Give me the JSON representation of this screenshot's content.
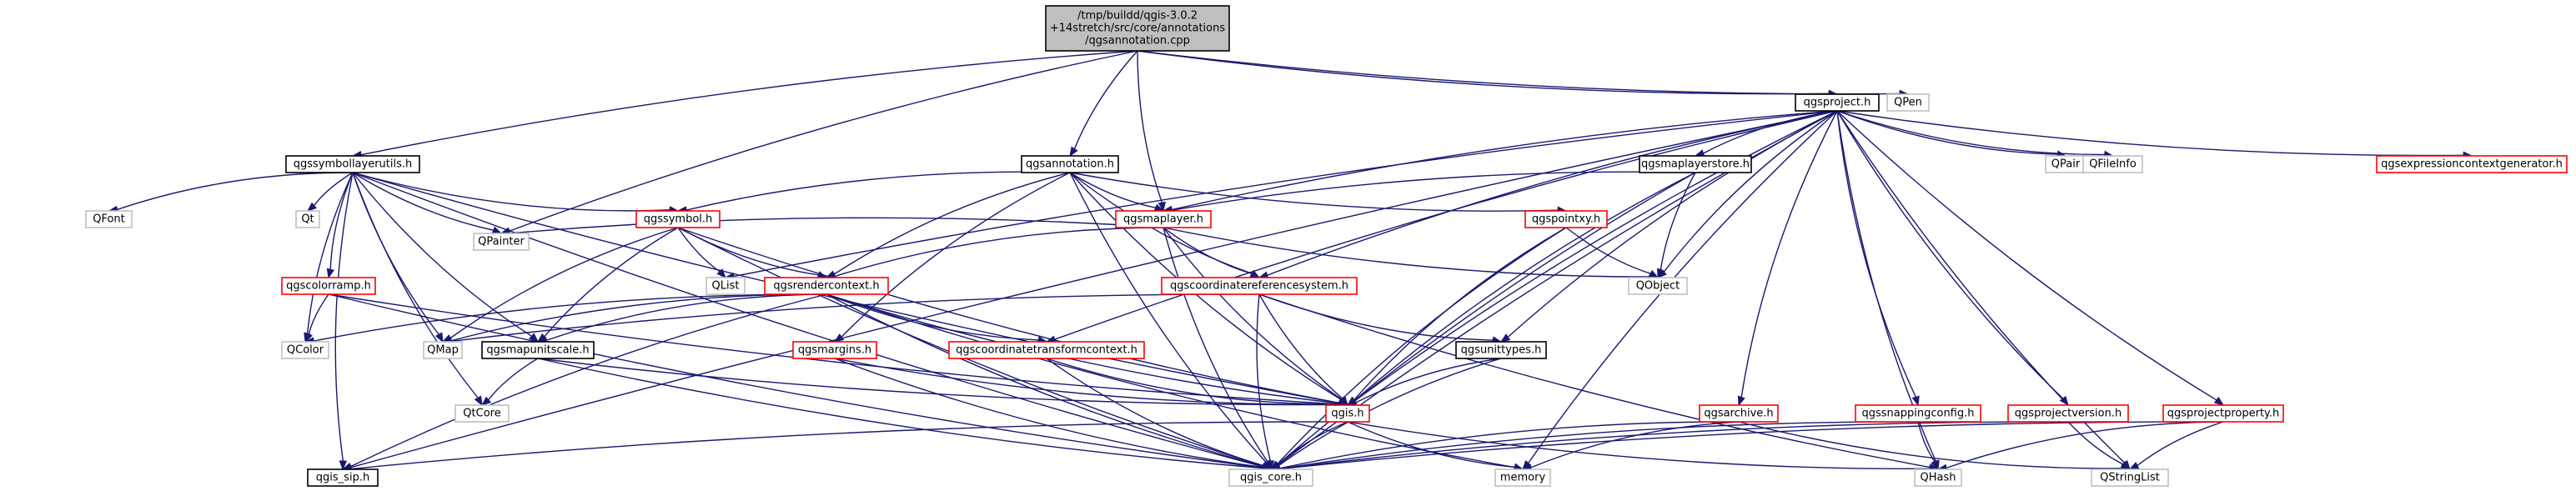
{
  "diagram": {
    "nodes": [
      {
        "id": "root",
        "kind": "root",
        "lines": [
          "/tmp/buildd/qgis-3.0.2",
          "+14stretch/src/core/annotations",
          "/qgsannotation.cpp"
        ]
      },
      {
        "id": "qgsproject",
        "kind": "doc",
        "lines": [
          "qgsproject.h"
        ]
      },
      {
        "id": "qpen",
        "kind": "ext",
        "lines": [
          "QPen"
        ]
      },
      {
        "id": "qgssymbollayerutils",
        "kind": "doc",
        "lines": [
          "qgssymbollayerutils.h"
        ]
      },
      {
        "id": "qgsannotation",
        "kind": "doc",
        "lines": [
          "qgsannotation.h"
        ]
      },
      {
        "id": "qgsmaplayerstore",
        "kind": "doc",
        "lines": [
          "qgsmaplayerstore.h"
        ]
      },
      {
        "id": "qpair",
        "kind": "ext",
        "lines": [
          "QPair"
        ]
      },
      {
        "id": "qfileinfo",
        "kind": "ext",
        "lines": [
          "QFileInfo"
        ]
      },
      {
        "id": "qgsexpressioncontextgenerator",
        "kind": "red",
        "lines": [
          "qgsexpressioncontextgenerator.h"
        ]
      },
      {
        "id": "qfont",
        "kind": "ext",
        "lines": [
          "QFont"
        ]
      },
      {
        "id": "qt",
        "kind": "ext",
        "lines": [
          "Qt"
        ]
      },
      {
        "id": "qgssymbol",
        "kind": "red",
        "lines": [
          "qgssymbol.h"
        ]
      },
      {
        "id": "qgsmaplayer",
        "kind": "red",
        "lines": [
          "qgsmaplayer.h"
        ]
      },
      {
        "id": "qgspointxy",
        "kind": "red",
        "lines": [
          "qgspointxy.h"
        ]
      },
      {
        "id": "qpainter",
        "kind": "ext",
        "lines": [
          "QPainter"
        ]
      },
      {
        "id": "qlist",
        "kind": "ext",
        "lines": [
          "QList"
        ]
      },
      {
        "id": "qobject",
        "kind": "ext",
        "lines": [
          "QObject"
        ]
      },
      {
        "id": "qgscolorramp",
        "kind": "red",
        "lines": [
          "qgscolorramp.h"
        ]
      },
      {
        "id": "qgsrendercontext",
        "kind": "red",
        "lines": [
          "qgsrendercontext.h"
        ]
      },
      {
        "id": "qgscoordinatereferencesystem",
        "kind": "red",
        "lines": [
          "qgscoordinatereferencesystem.h"
        ]
      },
      {
        "id": "qcolor",
        "kind": "ext",
        "lines": [
          "QColor"
        ]
      },
      {
        "id": "qmap",
        "kind": "ext",
        "lines": [
          "QMap"
        ]
      },
      {
        "id": "qgsmapunitscale",
        "kind": "doc",
        "lines": [
          "qgsmapunitscale.h"
        ]
      },
      {
        "id": "qgsunittypes",
        "kind": "doc",
        "lines": [
          "qgsunittypes.h"
        ]
      },
      {
        "id": "qgsmargins",
        "kind": "red",
        "lines": [
          "qgsmargins.h"
        ]
      },
      {
        "id": "qgscoordinatetransformcontext",
        "kind": "red",
        "lines": [
          "qgscoordinatetransformcontext.h"
        ]
      },
      {
        "id": "qgis",
        "kind": "red",
        "lines": [
          "qgis.h"
        ]
      },
      {
        "id": "qtcore",
        "kind": "ext",
        "lines": [
          "QtCore"
        ]
      },
      {
        "id": "qgsarchive",
        "kind": "red",
        "lines": [
          "qgsarchive.h"
        ]
      },
      {
        "id": "qgssnappingconfig",
        "kind": "red",
        "lines": [
          "qgssnappingconfig.h"
        ]
      },
      {
        "id": "qgsprojectversion",
        "kind": "red",
        "lines": [
          "qgsprojectversion.h"
        ]
      },
      {
        "id": "qgsprojectproperty",
        "kind": "red",
        "lines": [
          "qgsprojectproperty.h"
        ]
      },
      {
        "id": "qgis_sip",
        "kind": "doc",
        "lines": [
          "qgis_sip.h"
        ]
      },
      {
        "id": "qgis_core",
        "kind": "ext",
        "lines": [
          "qgis_core.h"
        ]
      },
      {
        "id": "memory",
        "kind": "ext",
        "lines": [
          "memory"
        ]
      },
      {
        "id": "qhash",
        "kind": "ext",
        "lines": [
          "QHash"
        ]
      },
      {
        "id": "qstringlist",
        "kind": "ext",
        "lines": [
          "QStringList"
        ]
      }
    ],
    "edges": [
      [
        "root",
        "qgsproject"
      ],
      [
        "root",
        "qpen"
      ],
      [
        "root",
        "qgssymbollayerutils"
      ],
      [
        "root",
        "qgsannotation"
      ],
      [
        "root",
        "qgsmaplayer"
      ],
      [
        "root",
        "qpainter"
      ],
      [
        "qgsproject",
        "qgsmaplayerstore"
      ],
      [
        "qgsproject",
        "qpair"
      ],
      [
        "qgsproject",
        "qfileinfo"
      ],
      [
        "qgsproject",
        "qgsexpressioncontextgenerator"
      ],
      [
        "qgsproject",
        "qgsmaplayer"
      ],
      [
        "qgsproject",
        "qlist"
      ],
      [
        "qgsproject",
        "qobject"
      ],
      [
        "qgsproject",
        "qgscoordinatereferencesystem"
      ],
      [
        "qgsproject",
        "qgsunittypes"
      ],
      [
        "qgsproject",
        "qgscoordinatetransformcontext"
      ],
      [
        "qgsproject",
        "qgis"
      ],
      [
        "qgsproject",
        "qgsarchive"
      ],
      [
        "qgsproject",
        "qgssnappingconfig"
      ],
      [
        "qgsproject",
        "qgsprojectversion"
      ],
      [
        "qgsproject",
        "qgsprojectproperty"
      ],
      [
        "qgsproject",
        "qgis_sip"
      ],
      [
        "qgsproject",
        "qgis_core"
      ],
      [
        "qgsproject",
        "memory"
      ],
      [
        "qgsproject",
        "qhash"
      ],
      [
        "qgsproject",
        "qstringlist"
      ],
      [
        "qgssymbollayerutils",
        "qfont"
      ],
      [
        "qgssymbollayerutils",
        "qt"
      ],
      [
        "qgssymbollayerutils",
        "qgssymbol"
      ],
      [
        "qgssymbollayerutils",
        "qgscolorramp"
      ],
      [
        "qgssymbollayerutils",
        "qcolor"
      ],
      [
        "qgssymbollayerutils",
        "qmap"
      ],
      [
        "qgssymbollayerutils",
        "qgsmapunitscale"
      ],
      [
        "qgssymbollayerutils",
        "qtcore"
      ],
      [
        "qgssymbollayerutils",
        "qpainter"
      ],
      [
        "qgssymbollayerutils",
        "qgis"
      ],
      [
        "qgssymbollayerutils",
        "qgis_sip"
      ],
      [
        "qgssymbollayerutils",
        "qgis_core"
      ],
      [
        "qgsannotation",
        "qgssymbol"
      ],
      [
        "qgsannotation",
        "qgsmaplayer"
      ],
      [
        "qgsannotation",
        "qgspointxy"
      ],
      [
        "qgsannotation",
        "qgsrendercontext"
      ],
      [
        "qgsannotation",
        "qgscoordinatereferencesystem"
      ],
      [
        "qgsannotation",
        "qgsmargins"
      ],
      [
        "qgsannotation",
        "qgis"
      ],
      [
        "qgsannotation",
        "qgis_core"
      ],
      [
        "qgsmaplayerstore",
        "qgsmaplayer"
      ],
      [
        "qgsmaplayerstore",
        "qobject"
      ],
      [
        "qgsmaplayerstore",
        "qgis"
      ],
      [
        "qgsmaplayerstore",
        "qgis_core"
      ],
      [
        "qgssymbol",
        "qlist"
      ],
      [
        "qgssymbol",
        "qgsrendercontext"
      ],
      [
        "qgssymbol",
        "qmap"
      ],
      [
        "qgssymbol",
        "qgsmapunitscale"
      ],
      [
        "qgssymbol",
        "qgis"
      ],
      [
        "qgssymbol",
        "qgis_core"
      ],
      [
        "qgsmaplayer",
        "qpainter"
      ],
      [
        "qgsmaplayer",
        "qobject"
      ],
      [
        "qgsmaplayer",
        "qgsrendercontext"
      ],
      [
        "qgsmaplayer",
        "qgscoordinatereferencesystem"
      ],
      [
        "qgsmaplayer",
        "qgis"
      ],
      [
        "qgsmaplayer",
        "qgis_core"
      ],
      [
        "qgspointxy",
        "qobject"
      ],
      [
        "qgspointxy",
        "qgis"
      ],
      [
        "qgspointxy",
        "qgis_core"
      ],
      [
        "qgscolorramp",
        "qcolor"
      ],
      [
        "qgscolorramp",
        "qgis_core"
      ],
      [
        "qgscolorramp",
        "qgis"
      ],
      [
        "qgsrendercontext",
        "qcolor"
      ],
      [
        "qgsrendercontext",
        "qmap"
      ],
      [
        "qgsrendercontext",
        "qgsmapunitscale"
      ],
      [
        "qgsrendercontext",
        "qgscoordinatetransformcontext"
      ],
      [
        "qgsrendercontext",
        "qgis"
      ],
      [
        "qgsrendercontext",
        "qgis_core"
      ],
      [
        "qgsrendercontext",
        "qgis_sip"
      ],
      [
        "qgsrendercontext",
        "memory"
      ],
      [
        "qgscoordinatereferencesystem",
        "qmap"
      ],
      [
        "qgscoordinatereferencesystem",
        "qgsunittypes"
      ],
      [
        "qgscoordinatereferencesystem",
        "qgis"
      ],
      [
        "qgscoordinatereferencesystem",
        "qgis_core"
      ],
      [
        "qgscoordinatereferencesystem",
        "qhash"
      ],
      [
        "qgsmapunitscale",
        "qtcore"
      ],
      [
        "qgsmapunitscale",
        "qgis"
      ],
      [
        "qgsmapunitscale",
        "qgis_core"
      ],
      [
        "qgsunittypes",
        "qgis"
      ],
      [
        "qgsunittypes",
        "qgis_core"
      ],
      [
        "qgsmargins",
        "qgis"
      ],
      [
        "qgsmargins",
        "qgis_core"
      ],
      [
        "qgscoordinatetransformcontext",
        "qgis"
      ],
      [
        "qgscoordinatetransformcontext",
        "qgis_core"
      ],
      [
        "qgis",
        "qgis_sip"
      ],
      [
        "qgis",
        "qgis_core"
      ],
      [
        "qgis",
        "memory"
      ],
      [
        "qgis",
        "qhash"
      ],
      [
        "qgsarchive",
        "qgis_core"
      ],
      [
        "qgsarchive",
        "memory"
      ],
      [
        "qgsarchive",
        "qstringlist"
      ],
      [
        "qgssnappingconfig",
        "qgis_core"
      ],
      [
        "qgssnappingconfig",
        "qhash"
      ],
      [
        "qgsprojectversion",
        "qgis_core"
      ],
      [
        "qgsprojectversion",
        "qstringlist"
      ],
      [
        "qgsprojectproperty",
        "qgis_core"
      ],
      [
        "qgsprojectproperty",
        "qhash"
      ],
      [
        "qgsprojectproperty",
        "qstringlist"
      ]
    ]
  }
}
